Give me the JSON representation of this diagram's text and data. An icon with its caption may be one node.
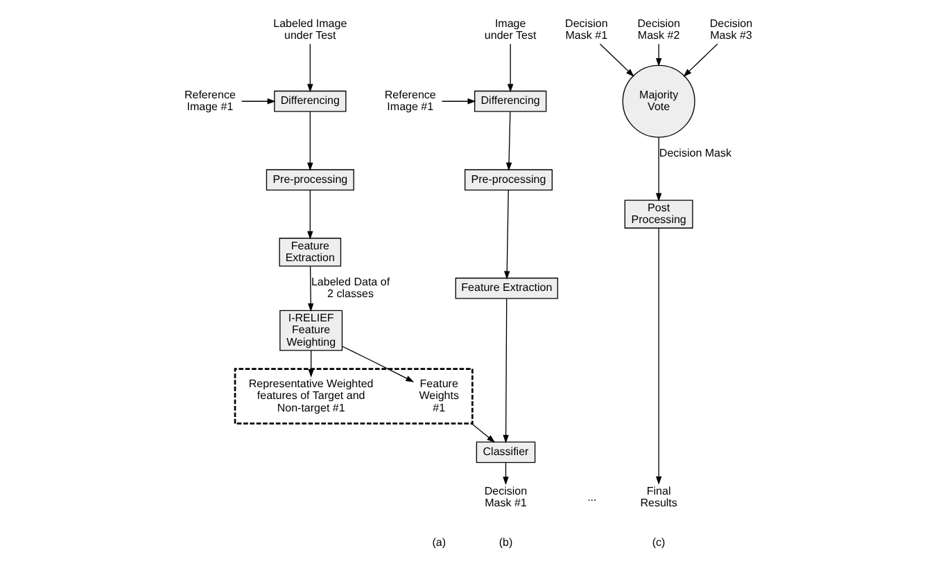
{
  "diagram": {
    "nodes": [
      {
        "text": [
          "Labeled Image under Test"
        ]
      },
      {
        "text": [
          "Reference Image #1"
        ]
      },
      {
        "text": [
          "Differencing"
        ]
      },
      {
        "text": [
          "Pre-processing"
        ]
      },
      {
        "text": [
          "Feature Extraction"
        ]
      },
      {
        "text": [
          "I-RELIEF Feature Weighting"
        ]
      },
      {
        "text": [],
        "shape": "box"
      },
      {
        "text": [
          "Feature Weights #1"
        ],
        "in": 6
      },
      {
        "text": [
          "Representative Weighted features of Target and Non-target #1"
        ],
        "in": 6
      },
      {
        "text": [
          "Image under Test"
        ]
      },
      {
        "text": [
          "Reference Image #1"
        ]
      },
      {
        "text": [
          "Differencing"
        ]
      },
      {
        "text": [
          "Pre-processing"
        ]
      },
      {
        "text": [
          "Feature Extraction"
        ]
      },
      {
        "text": [
          "Classifier"
        ]
      },
      {
        "text": [
          "Decision Mask #1"
        ]
      },
      {
        "text": [
          "Decision Mask #1"
        ]
      },
      {
        "text": [
          "Decision Mask #2"
        ]
      },
      {
        "text": [
          "Decision Mask #3"
        ]
      },
      {
        "text": [
          "Majority Vote"
        ]
      },
      {
        "text": [
          "Post Processing"
        ]
      },
      {
        "text": [
          "Final Results"
        ]
      }
    ],
    "edges": [
      {
        "from": 0,
        "to": 2,
        "arrow": "to"
      },
      {
        "from": 1,
        "to": 2,
        "arrow": "to"
      },
      {
        "from": 2,
        "to": 3,
        "arrow": "to"
      },
      {
        "from": 3,
        "to": 4,
        "arrow": "to"
      },
      {
        "from": 4,
        "to": 5,
        "arrow": "to",
        "label": "Labeled Data of 2 classes"
      },
      {
        "from": 5,
        "to": 7,
        "arrow": "to"
      },
      {
        "from": 5,
        "to": 8,
        "arrow": "to"
      },
      {
        "from": 6,
        "to": 14,
        "arrow": "to"
      },
      {
        "from": 9,
        "to": 11,
        "arrow": "to"
      },
      {
        "from": 10,
        "to": 11,
        "arrow": "to"
      },
      {
        "from": 11,
        "to": 12,
        "arrow": "to"
      },
      {
        "from": 12,
        "to": 13,
        "arrow": "to"
      },
      {
        "from": 13,
        "to": 14,
        "arrow": "to"
      },
      {
        "from": 14,
        "to": 15,
        "arrow": "to"
      },
      {
        "from": 16,
        "to": 19,
        "arrow": "to"
      },
      {
        "from": 17,
        "to": 19,
        "arrow": "to"
      },
      {
        "from": 18,
        "to": 19,
        "arrow": "to"
      },
      {
        "from": 19,
        "to": 20,
        "arrow": "to",
        "label": "Decision Mask"
      },
      {
        "from": 20,
        "to": 21,
        "arrow": "to"
      }
    ],
    "labels": [
      "...",
      "(a)",
      "(b)",
      "(c)"
    ]
  }
}
